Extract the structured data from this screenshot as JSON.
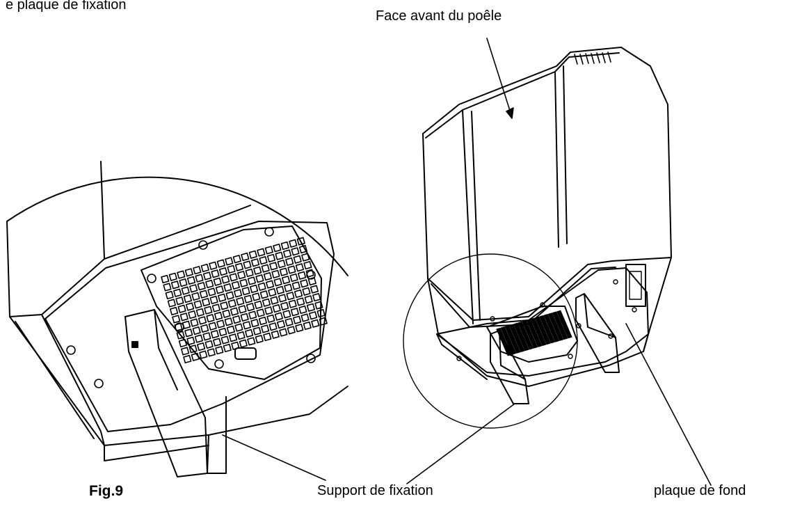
{
  "labels": {
    "top_partial": "e plaque de fixation",
    "front_face": "Face avant du poêle",
    "figure": "Fig.9",
    "bracket": "Support de fixation",
    "bottom_plate": "plaque de fond"
  }
}
